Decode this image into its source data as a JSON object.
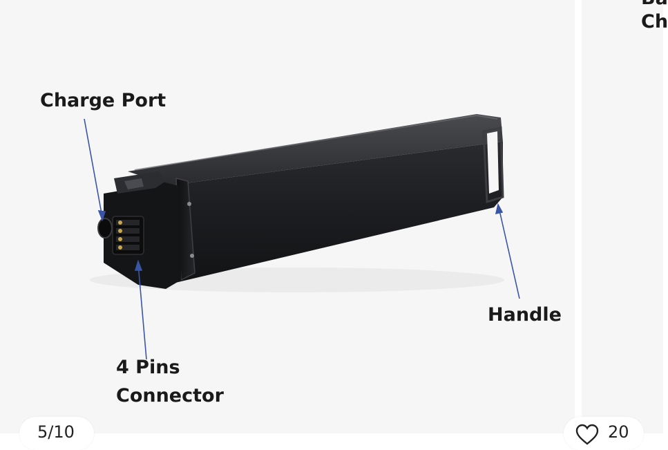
{
  "gallery": {
    "counter": "5/10",
    "favorites_count": "20"
  },
  "main_slide": {
    "annotations": {
      "charge_port": "Charge Port",
      "handle": "Handle",
      "pins_line1": "4 Pins",
      "pins_line2": "Connector"
    }
  },
  "next_slide": {
    "partial_text_line1": "Ba",
    "partial_text_line2": "Ch"
  },
  "colors": {
    "background": "#f6f6f6",
    "battery_body": "#1c1c1e",
    "arrow": "#3a55a5",
    "label_text": "#1a1a1a"
  },
  "icons": [
    "heart-icon"
  ]
}
